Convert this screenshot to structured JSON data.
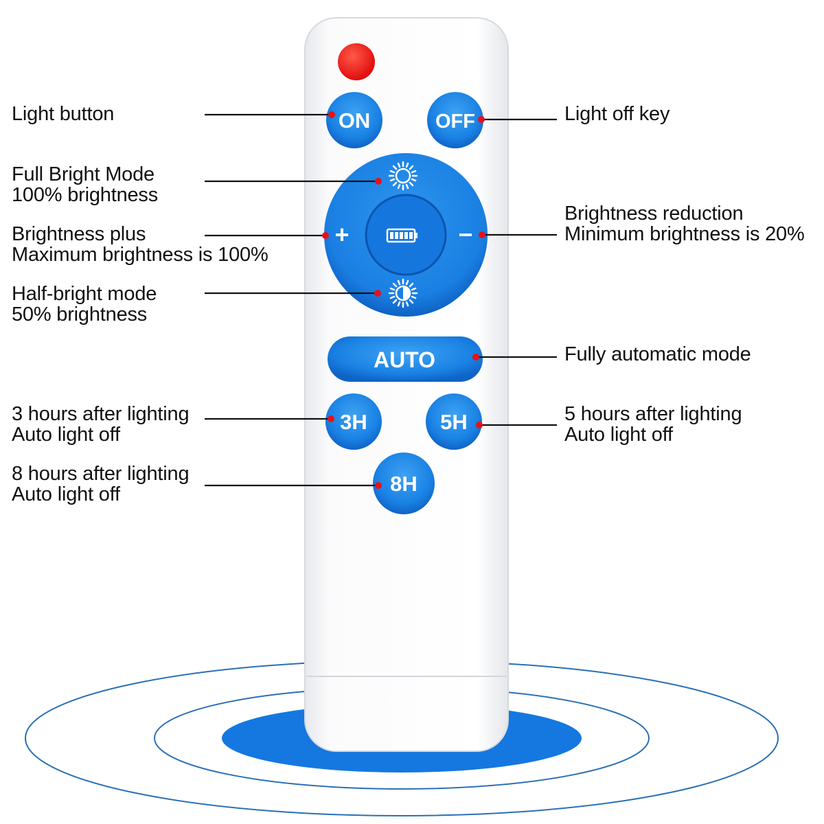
{
  "colors": {
    "button_blue": "#1f86e6",
    "button_dark": "#0e5fc4",
    "led_red": "#ee1111",
    "leader_dot_red": "#e8101a",
    "leader_line": "#111111",
    "base_blue": "#1478e0",
    "ring_blue": "#2a6fb5"
  },
  "remote": {
    "buttons": {
      "on": "ON",
      "off": "OFF",
      "plus": "+",
      "minus": "−",
      "auto": "AUTO",
      "h3": "3H",
      "h5": "5H",
      "h8": "8H"
    },
    "icons": [
      "full-bright-sun-icon",
      "battery-icon",
      "half-bright-sun-icon"
    ]
  },
  "labels": {
    "light_button": [
      "Light button"
    ],
    "light_off_key": [
      "Light off key"
    ],
    "full_bright": [
      "Full Bright Mode",
      "100% brightness"
    ],
    "brightness_plus": [
      "Brightness plus",
      "Maximum brightness is 100%"
    ],
    "brightness_reduction": [
      "Brightness reduction",
      "Minimum brightness is 20%"
    ],
    "half_bright": [
      "Half-bright mode",
      "50% brightness"
    ],
    "auto_mode": [
      "Fully automatic mode"
    ],
    "three_hours": [
      "3 hours after lighting",
      "Auto light off"
    ],
    "five_hours": [
      "5 hours after lighting",
      "Auto light off"
    ],
    "eight_hours": [
      "8 hours after lighting",
      "Auto light off"
    ]
  }
}
